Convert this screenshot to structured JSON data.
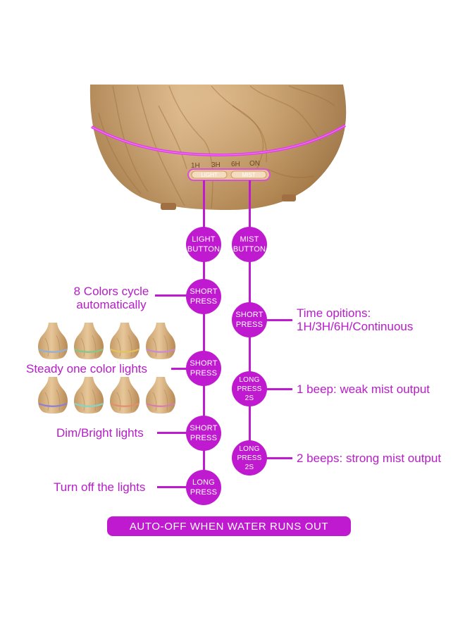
{
  "device": {
    "timer_marks": [
      "1H",
      "3H",
      "6H",
      "ON"
    ],
    "button_left": "LIGHT",
    "button_right": "MIST",
    "wood_color": "#c79a62",
    "led_ring_color": "#e23fe6"
  },
  "light_flow": {
    "button": [
      "LIGHT",
      "BUTTON"
    ],
    "steps": [
      {
        "action": [
          "SHORT",
          "PRESS"
        ],
        "result": [
          "8 Colors cycle",
          "automatically"
        ]
      },
      {
        "action": [
          "SHORT",
          "PRESS"
        ],
        "result": [
          "Steady one color lights"
        ]
      },
      {
        "action": [
          "SHORT",
          "PRESS"
        ],
        "result": [
          "Dim/Bright lights"
        ]
      },
      {
        "action": [
          "LONG",
          "PRESS"
        ],
        "result": [
          "Turn off the lights"
        ]
      }
    ]
  },
  "mist_flow": {
    "button": [
      "MIST",
      "BUTTON"
    ],
    "steps": [
      {
        "action": [
          "SHORT",
          "PRESS"
        ],
        "result": [
          "Time opitions:",
          "1H/3H/6H/Continuous"
        ]
      },
      {
        "action": [
          "LONG",
          "PRESS 2S"
        ],
        "result": [
          "1 beep: weak mist output"
        ]
      },
      {
        "action": [
          "LONG",
          "PRESS 2S"
        ],
        "result": [
          "2 beeps: strong mist output"
        ]
      }
    ]
  },
  "color_samples": [
    "#8fb0d8",
    "#7fc98a",
    "#e2c35a",
    "#c988d8",
    "#8c7fd6",
    "#7fd6c9",
    "#e28f6f",
    "#d67fae"
  ],
  "banner": "AUTO-OFF WHEN WATER RUNS OUT",
  "accent_color": "#c01ad0",
  "label_color": "#b61dc8"
}
